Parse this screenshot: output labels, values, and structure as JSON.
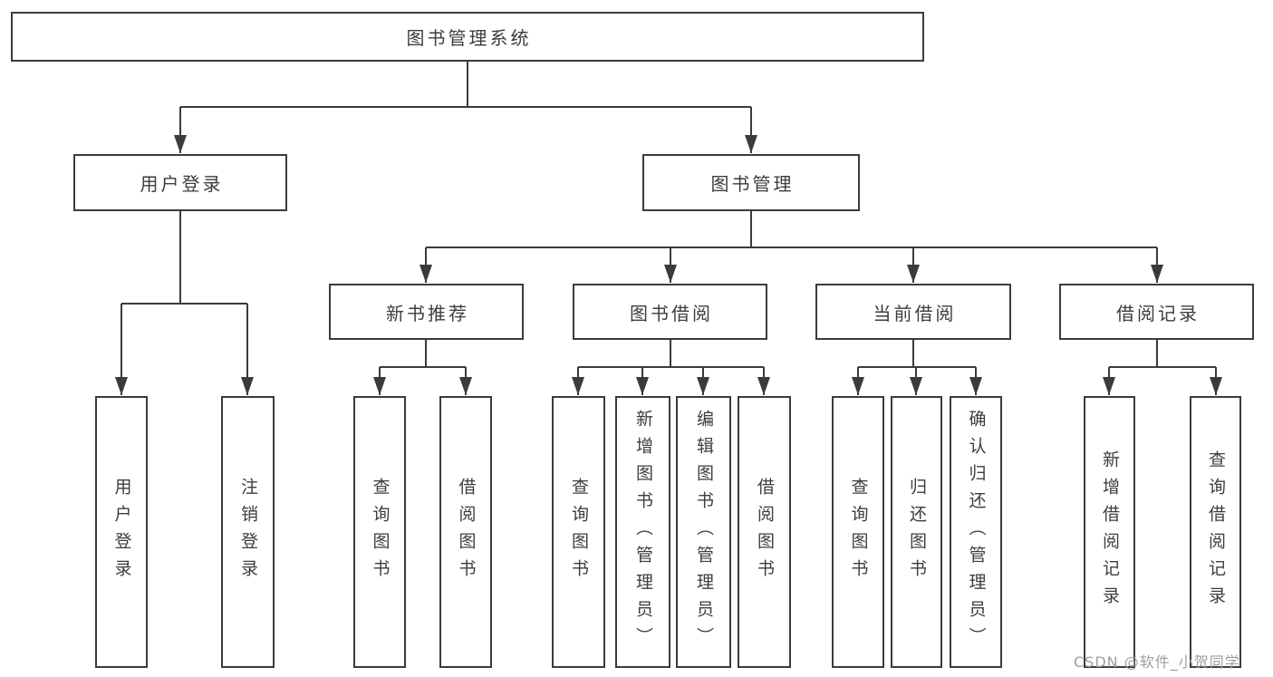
{
  "diagram": {
    "root": {
      "label": "图书管理系统"
    },
    "children": [
      {
        "label": "用户登录",
        "children": [
          {
            "label": "用户登录"
          },
          {
            "label": "注销登录"
          }
        ]
      },
      {
        "label": "图书管理",
        "children": [
          {
            "label": "新书推荐",
            "children": [
              {
                "label": "查询图书"
              },
              {
                "label": "借阅图书"
              }
            ]
          },
          {
            "label": "图书借阅",
            "children": [
              {
                "label": "查询图书"
              },
              {
                "label": "新增图书（管理员）"
              },
              {
                "label": "编辑图书（管理员）"
              },
              {
                "label": "借阅图书"
              }
            ]
          },
          {
            "label": "当前借阅",
            "children": [
              {
                "label": "查询图书"
              },
              {
                "label": "归还图书"
              },
              {
                "label": "确认归还（管理员）"
              }
            ]
          },
          {
            "label": "借阅记录",
            "children": [
              {
                "label": "新增借阅记录"
              },
              {
                "label": "查询借阅记录"
              }
            ]
          }
        ]
      }
    ]
  },
  "watermark": {
    "text": "CSDN @软件_小贺同学"
  },
  "colors": {
    "line": "#3b3b3b",
    "text": "#3a3e42",
    "background": "#ffffff",
    "watermark": "#9e9e9e"
  }
}
